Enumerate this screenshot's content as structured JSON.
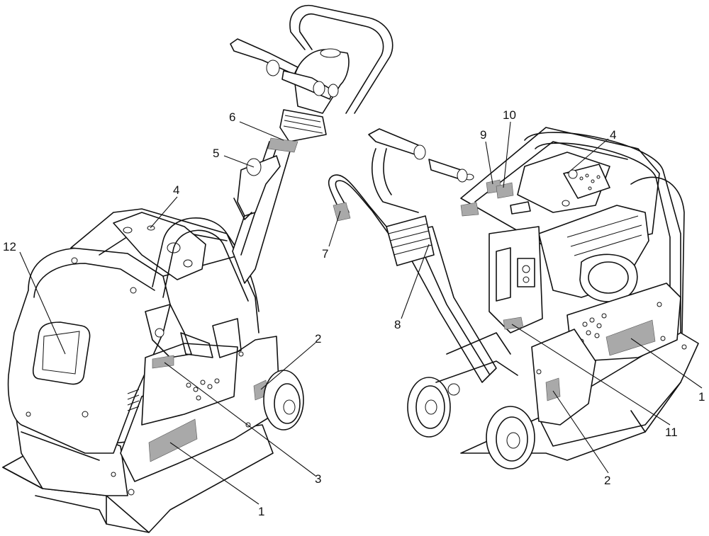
{
  "callouts": [
    {
      "id": "c12",
      "label": "12"
    },
    {
      "id": "c4a",
      "label": "4"
    },
    {
      "id": "c5",
      "label": "5"
    },
    {
      "id": "c6",
      "label": "6"
    },
    {
      "id": "c2a",
      "label": "2"
    },
    {
      "id": "c3",
      "label": "3"
    },
    {
      "id": "c1a",
      "label": "1"
    },
    {
      "id": "c7",
      "label": "7"
    },
    {
      "id": "c8",
      "label": "8"
    },
    {
      "id": "c9",
      "label": "9"
    },
    {
      "id": "c10",
      "label": "10"
    },
    {
      "id": "c4b",
      "label": "4"
    },
    {
      "id": "c1b",
      "label": "1"
    },
    {
      "id": "c11",
      "label": "11"
    },
    {
      "id": "c2b",
      "label": "2"
    }
  ],
  "decal_color": "#a9a9a9",
  "line_color": "#111111"
}
